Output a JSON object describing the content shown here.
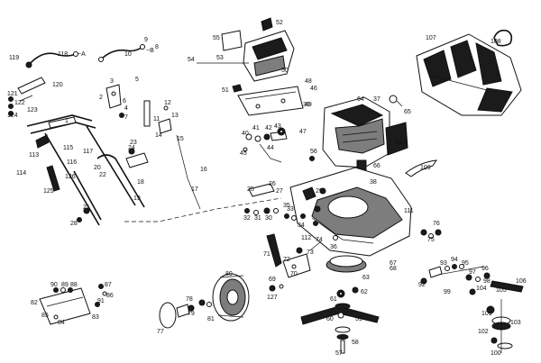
{
  "callouts": [
    {
      "text": "52"
    },
    {
      "text": "55"
    },
    {
      "text": "54"
    },
    {
      "text": "53"
    },
    {
      "text": "50"
    },
    {
      "text": "51"
    },
    {
      "text": "48"
    },
    {
      "text": "46"
    },
    {
      "text": "49"
    },
    {
      "text": "47"
    },
    {
      "text": "107"
    },
    {
      "text": "108"
    },
    {
      "text": "119"
    },
    {
      "text": "118"
    },
    {
      "text": "~A"
    },
    {
      "text": "120"
    },
    {
      "text": "121"
    },
    {
      "text": "122"
    },
    {
      "text": "123"
    },
    {
      "text": "124"
    },
    {
      "text": "~B"
    },
    {
      "text": "10"
    },
    {
      "text": "9"
    },
    {
      "text": "8"
    },
    {
      "text": "3"
    },
    {
      "text": "2"
    },
    {
      "text": "4"
    },
    {
      "text": "6"
    },
    {
      "text": "7"
    },
    {
      "text": "5"
    },
    {
      "text": "12"
    },
    {
      "text": "11"
    },
    {
      "text": "14"
    },
    {
      "text": "13"
    },
    {
      "text": "15"
    },
    {
      "text": "16"
    },
    {
      "text": "17"
    },
    {
      "text": "1"
    },
    {
      "text": "113"
    },
    {
      "text": "114"
    },
    {
      "text": "115"
    },
    {
      "text": "116"
    },
    {
      "text": "117"
    },
    {
      "text": "125"
    },
    {
      "text": "126"
    },
    {
      "text": "24"
    },
    {
      "text": "23"
    },
    {
      "text": "22"
    },
    {
      "text": "20"
    },
    {
      "text": "18"
    },
    {
      "text": "19"
    },
    {
      "text": "21"
    },
    {
      "text": "28"
    },
    {
      "text": "64"
    },
    {
      "text": "37"
    },
    {
      "text": "65"
    },
    {
      "text": "64 A"
    },
    {
      "text": "66"
    },
    {
      "text": "39"
    },
    {
      "text": "40"
    },
    {
      "text": "41"
    },
    {
      "text": "42"
    },
    {
      "text": "43"
    },
    {
      "text": "44"
    },
    {
      "text": "45"
    },
    {
      "text": "56"
    },
    {
      "text": "109"
    },
    {
      "text": "38"
    },
    {
      "text": "29"
    },
    {
      "text": "25"
    },
    {
      "text": "26"
    },
    {
      "text": "27"
    },
    {
      "text": "32"
    },
    {
      "text": "31"
    },
    {
      "text": "30"
    },
    {
      "text": "33"
    },
    {
      "text": "35"
    },
    {
      "text": "34"
    },
    {
      "text": "111"
    },
    {
      "text": "112"
    },
    {
      "text": "36"
    },
    {
      "text": "76"
    },
    {
      "text": "75"
    },
    {
      "text": "74"
    },
    {
      "text": "73"
    },
    {
      "text": "71"
    },
    {
      "text": "72"
    },
    {
      "text": "70"
    },
    {
      "text": "69"
    },
    {
      "text": "68"
    },
    {
      "text": "67"
    },
    {
      "text": "80"
    },
    {
      "text": "81"
    },
    {
      "text": "127"
    },
    {
      "text": "78"
    },
    {
      "text": "79"
    },
    {
      "text": "77"
    },
    {
      "text": "82"
    },
    {
      "text": "83"
    },
    {
      "text": "84"
    },
    {
      "text": "85"
    },
    {
      "text": "86"
    },
    {
      "text": "87"
    },
    {
      "text": "88"
    },
    {
      "text": "89"
    },
    {
      "text": "90"
    },
    {
      "text": "91"
    },
    {
      "text": "92"
    },
    {
      "text": "93"
    },
    {
      "text": "94"
    },
    {
      "text": "95"
    },
    {
      "text": "96"
    },
    {
      "text": "97"
    },
    {
      "text": "98"
    },
    {
      "text": "99"
    },
    {
      "text": "100"
    },
    {
      "text": "101"
    },
    {
      "text": "102"
    },
    {
      "text": "103"
    },
    {
      "text": "104"
    },
    {
      "text": "105"
    },
    {
      "text": "106"
    },
    {
      "text": "57"
    },
    {
      "text": "58"
    },
    {
      "text": "59"
    },
    {
      "text": "60"
    },
    {
      "text": "61"
    },
    {
      "text": "62"
    },
    {
      "text": "63"
    }
  ]
}
